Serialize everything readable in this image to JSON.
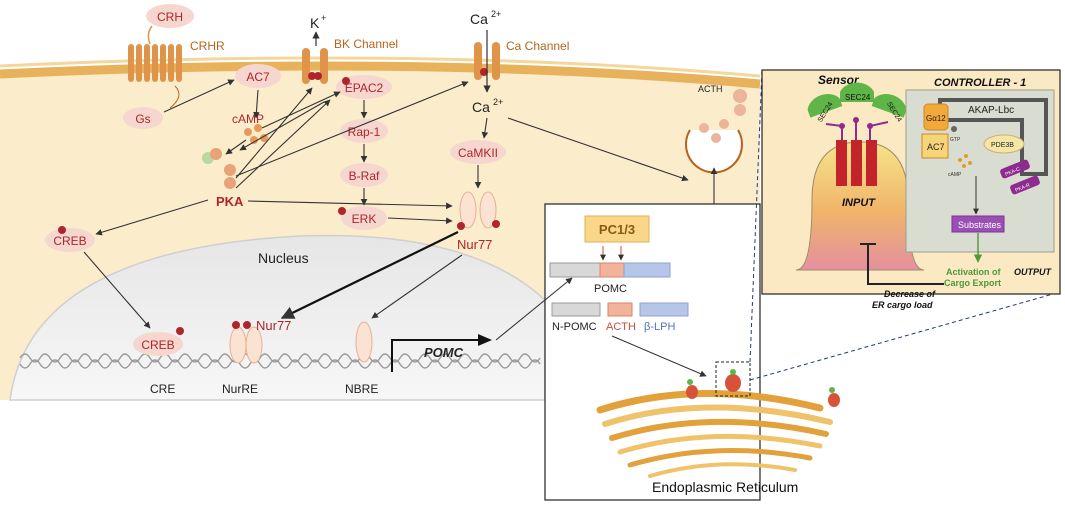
{
  "cell": {
    "crh": "CRH",
    "crhr": "CRHR",
    "gs": "Gs",
    "ac7": "AC7",
    "camp": "cAMP",
    "epac2": "EPAC2",
    "rap1": "Rap-1",
    "braf": "B-Raf",
    "erk": "ERK",
    "pka": "PKA",
    "creb_cyto": "CREB",
    "camkii": "CaMKII",
    "nur77": "Nur77",
    "k_ion": "K",
    "k_charge": "+",
    "bk_channel": "BK Channel",
    "ca_ion": "Ca",
    "ca_charge": "2+",
    "ca_channel": "Ca Channel",
    "acth_vesicle": "ACTH"
  },
  "nucleus": {
    "title": "Nucleus",
    "creb": "CREB",
    "nur77": "Nur77",
    "cre": "CRE",
    "nurre": "NurRE",
    "nbre": "NBRE",
    "pomc_gene": "POMC"
  },
  "er_panel": {
    "pc13": "PC1/3",
    "pomc": "POMC",
    "npomc": "N-POMC",
    "acth": "ACTH",
    "blph": "β-LPH",
    "er_label": "Endoplasmic Reticulum"
  },
  "control_panel": {
    "sensor": "Sensor",
    "controller": "CONTROLLER - 1",
    "sec24": "SEC24",
    "input": "INPUT",
    "akap": "AKAP-Lbc",
    "ga12": "Gα12",
    "gtp": "GTP",
    "ac7": "AC7",
    "pde3b": "PDE3B",
    "camp": "cAMP",
    "pka_c": "PKA-C",
    "pka_r": "PKA-R",
    "substrates": "Substrates",
    "activation_line1": "Activation of",
    "activation_line2": "Cargo Export",
    "output": "OUTPUT",
    "decrease_line1": "Decrease of",
    "decrease_line2": "ER cargo load"
  },
  "colors": {
    "cytoplasm": "#fbeccc",
    "membrane": "#e8b15c",
    "nucleus": "#eaeaea",
    "protein": "#f6d7cf",
    "protein_text": "#b0242b",
    "pc13_box": "#f9d68a",
    "controller_bg": "#d9dcd0",
    "sec24": "#5fb548",
    "substrates": "#9b4fb3",
    "activation": "#4c9a3b"
  }
}
